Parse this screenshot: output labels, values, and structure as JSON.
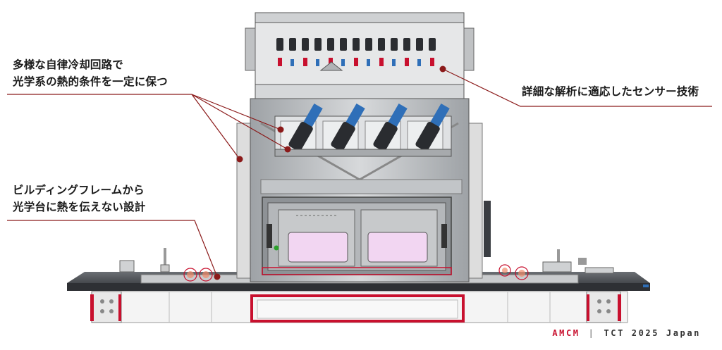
{
  "callouts": {
    "cooling": {
      "line1": "多様な自律冷却回路で",
      "line2": "光学系の熱的条件を一定に保つ"
    },
    "sensor": {
      "line1": "詳細な解析に適応したセンサー技術"
    },
    "frame": {
      "line1": "ビルディングフレームから",
      "line2": "光学台に熱を伝えない設計"
    }
  },
  "footer": {
    "brand": "AMCM",
    "separator": "|",
    "event": "TCT 2025 Japan"
  },
  "colors": {
    "accent": "#c8102e",
    "leader": "#8b1a1a",
    "machine_gray": "#b9bcbf",
    "machine_dark": "#3a3d42",
    "window_pink": "#f2d6f2",
    "nozzle_blue": "#2f6fb8"
  }
}
